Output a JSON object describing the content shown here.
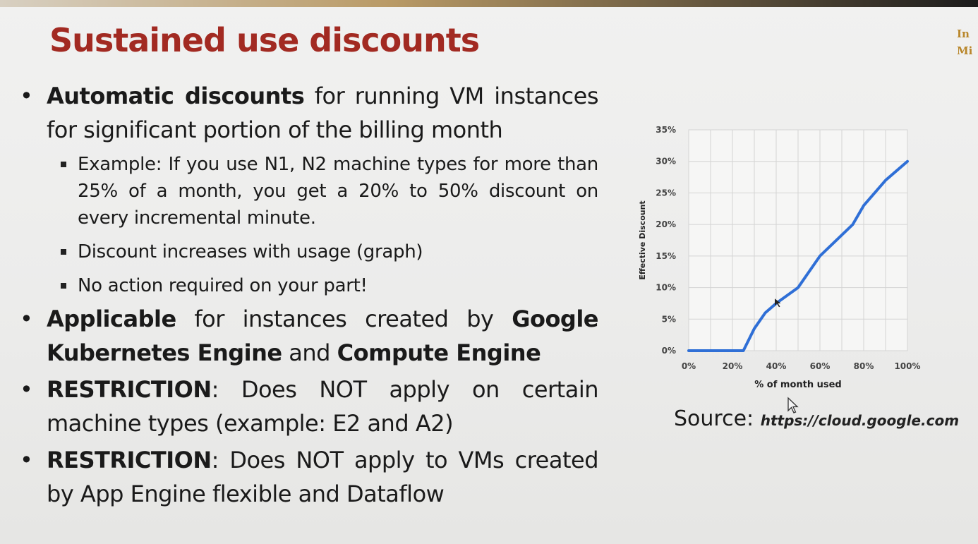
{
  "slide": {
    "title": "Sustained use discounts",
    "logo": [
      "In",
      "Mi"
    ]
  },
  "bullets": [
    {
      "runs": [
        {
          "text": "Automatic discounts",
          "bold": true
        },
        {
          "text": " for running VM instances for significant portion of the billing month",
          "bold": false
        }
      ],
      "subbullets": [
        "Example: If you use N1, N2 machine types for more than 25% of a month, you get a 20% to 50% discount on every incremental minute.",
        "Discount increases with usage (graph)",
        "No action required on your part!"
      ]
    },
    {
      "runs": [
        {
          "text": "Applicable",
          "bold": true
        },
        {
          "text": " for instances created by ",
          "bold": false
        },
        {
          "text": "Google Kubernetes Engine",
          "bold": true
        },
        {
          "text": " and ",
          "bold": false
        },
        {
          "text": "Compute Engine",
          "bold": true
        }
      ],
      "subbullets": []
    },
    {
      "runs": [
        {
          "text": "RESTRICTION",
          "bold": true
        },
        {
          "text": ": Does NOT apply on certain machine types (example: E2 and A2)",
          "bold": false
        }
      ],
      "subbullets": []
    },
    {
      "runs": [
        {
          "text": "RESTRICTION",
          "bold": true
        },
        {
          "text": ": Does NOT apply to VMs created by App Engine flexible and Dataflow",
          "bold": false
        }
      ],
      "subbullets": []
    }
  ],
  "chart_data": {
    "type": "line",
    "title": "",
    "xlabel": "% of month used",
    "ylabel": "Effective Discount",
    "x_ticks": [
      "0%",
      "20%",
      "40%",
      "60%",
      "80%",
      "100%"
    ],
    "y_ticks": [
      "0%",
      "5%",
      "10%",
      "15%",
      "20%",
      "25%",
      "30%",
      "35%"
    ],
    "xlim": [
      0,
      100
    ],
    "ylim": [
      0,
      35
    ],
    "grid": true,
    "series": [
      {
        "color": "#2f6fd6",
        "x": [
          0,
          10,
          20,
          25,
          30,
          35,
          40,
          50,
          60,
          75,
          80,
          90,
          100
        ],
        "y": [
          0,
          0,
          0,
          0,
          3.5,
          6,
          7.5,
          10,
          15,
          20,
          23,
          27,
          30
        ]
      }
    ]
  },
  "source": {
    "label": "Source:",
    "url": "https://cloud.google.com"
  }
}
